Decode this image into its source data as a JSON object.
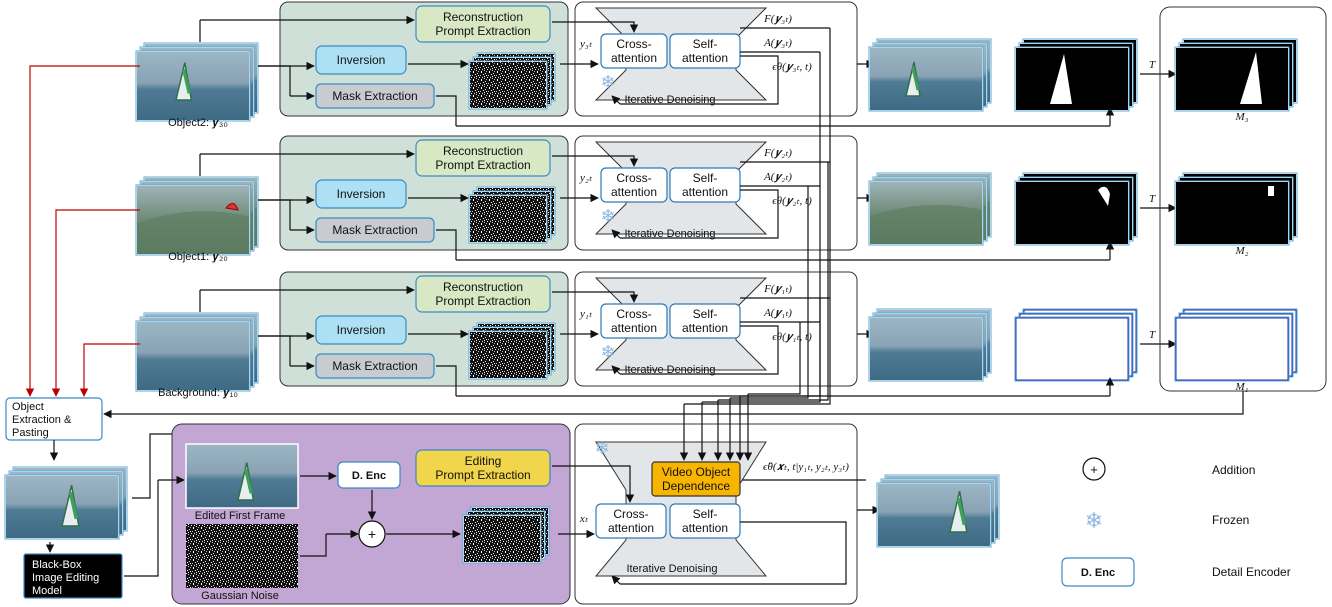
{
  "rows": [
    {
      "id": "object2",
      "input_label": "Object2: 𝒚₃₀",
      "prompt_label": [
        "Reconstruction",
        "Prompt Extraction"
      ],
      "inversion_label": "Inversion",
      "mask_label": "Mask Extraction",
      "latent": "y₃ₜ",
      "cross_label": [
        "Cross-",
        "attention"
      ],
      "self_label": [
        "Self-",
        "attention"
      ],
      "denoise_label": "Iterative Denoising",
      "out_f": "F(𝒚₃ₜ)",
      "out_a": "A(𝒚₃ₜ)",
      "out_eps": "ϵθ(𝒚₃ₜ, t)",
      "t_label": "T",
      "mask_name": "M₃"
    },
    {
      "id": "object1",
      "input_label": "Object1: 𝒚₂₀",
      "prompt_label": [
        "Reconstruction",
        "Prompt Extraction"
      ],
      "inversion_label": "Inversion",
      "mask_label": "Mask Extraction",
      "latent": "y₂ₜ",
      "cross_label": [
        "Cross-",
        "attention"
      ],
      "self_label": [
        "Self-",
        "attention"
      ],
      "denoise_label": "Iterative Denoising",
      "out_f": "F(𝒚₂ₜ)",
      "out_a": "A(𝒚₂ₜ)",
      "out_eps": "ϵθ(𝒚₂ₜ, t)",
      "t_label": "T",
      "mask_name": "M₂"
    },
    {
      "id": "background",
      "input_label": "Background: 𝒚₁₀",
      "prompt_label": [
        "Reconstruction",
        "Prompt Extraction"
      ],
      "inversion_label": "Inversion",
      "mask_label": "Mask Extraction",
      "latent": "y₁ₜ",
      "cross_label": [
        "Cross-",
        "attention"
      ],
      "self_label": [
        "Self-",
        "attention"
      ],
      "denoise_label": "Iterative Denoising",
      "out_f": "F(𝒚₁ₜ)",
      "out_a": "A(𝒚₁ₜ)",
      "out_eps": "ϵθ(𝒚₁ₜ, t)",
      "t_label": "T",
      "mask_name": "M₁"
    }
  ],
  "bottom": {
    "object_extraction": [
      "Object",
      "Extraction &",
      "Pasting"
    ],
    "black_box": [
      "Black-Box",
      "Image Editing",
      "Model"
    ],
    "edited_first_frame": "Edited First Frame",
    "gaussian_noise": "Gaussian Noise",
    "d_enc": "D. Enc",
    "plus": "+",
    "editing_prompt": [
      "Editing",
      "Prompt Extraction"
    ],
    "xt": "xₜ",
    "vod": [
      "Video Object",
      "Dependence"
    ],
    "cross_label": [
      "Cross-",
      "attention"
    ],
    "self_label": [
      "Self-",
      "attention"
    ],
    "denoise_label": "Iterative Denoising",
    "eps_hat": "ϵ̂θ(𝒙ₜ, t|y₁ₜ, y₂ₜ, y₃ₜ)"
  },
  "legend": [
    {
      "symbol": "+",
      "label": "Addition"
    },
    {
      "symbol": "❄",
      "label": "Frozen"
    },
    {
      "symbol": "D. Enc",
      "label": "Detail Encoder"
    }
  ],
  "colors": {
    "green_panel": "#cfe0d8",
    "purple_panel": "#c2a6d4",
    "prompt_green": "#d8e8c4",
    "prompt_yellow": "#f1d54a",
    "inversion_blue": "#aee0f4",
    "mask_gray": "#c8ccd0",
    "vod_orange": "#f7b500",
    "red_arrow": "#c00000",
    "unet_gray": "#e3e6e9"
  }
}
